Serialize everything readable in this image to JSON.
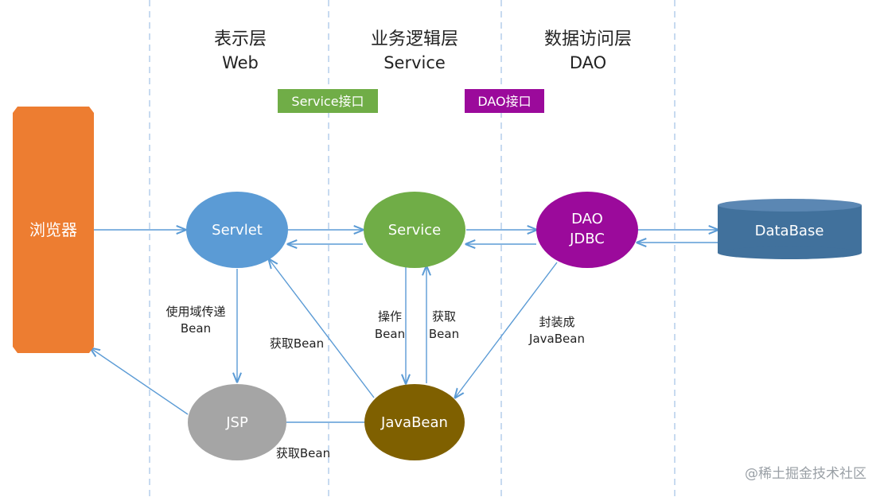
{
  "layers": {
    "web": {
      "title": "表示层",
      "subtitle": "Web"
    },
    "service": {
      "title": "业务逻辑层",
      "subtitle": "Service"
    },
    "dao": {
      "title": "数据访问层",
      "subtitle": "DAO"
    }
  },
  "interfaces": {
    "service": "Service接口",
    "dao": "DAO接口"
  },
  "nodes": {
    "browser": "浏览器",
    "servlet": "Servlet",
    "service": "Service",
    "dao_line1": "DAO",
    "dao_line2": "JDBC",
    "database": "DataBase",
    "jsp": "JSP",
    "javabean": "JavaBean"
  },
  "edge_labels": {
    "scope_line1": "使用域传递",
    "scope_line2": "Bean",
    "get_bean_servlet": "获取Bean",
    "operate_line1": "操作",
    "operate_line2": "Bean",
    "get_line1": "获取",
    "get_line2": "Bean",
    "wrap_line1": "封装成",
    "wrap_line2": "JavaBean",
    "get_bean_jsp": "获取Bean"
  },
  "watermark": "@稀土掘金技术社区",
  "colors": {
    "browser": "#ED7D31",
    "servlet": "#5B9BD5",
    "service": "#70AD47",
    "dao": "#9B0A9B",
    "database": "#41719C",
    "jsp": "#A5A5A5",
    "javabean": "#7F6000",
    "arrow": "#5B9BD5",
    "divider": "#A9C6E8"
  }
}
